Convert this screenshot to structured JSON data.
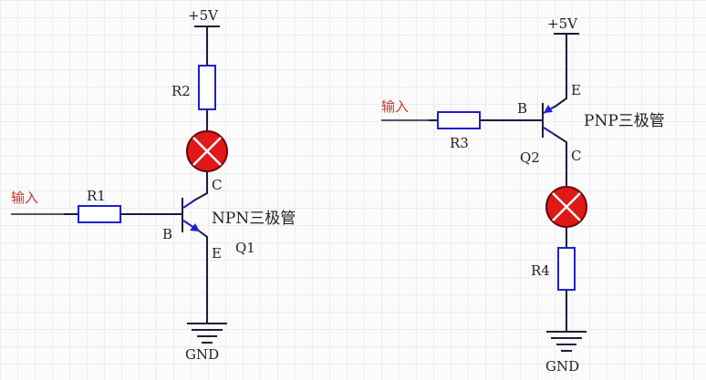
{
  "labels": {
    "vcc": "+5V",
    "gnd": "GND",
    "input": "输入",
    "b": "B",
    "c": "C",
    "e": "E"
  },
  "npn": {
    "title": "NPN三极管",
    "transistor": "Q1",
    "base_resistor": "R1",
    "collector_resistor": "R2"
  },
  "pnp": {
    "title": "PNP三极管",
    "transistor": "Q2",
    "base_resistor": "R3",
    "emitter_resistor": "R4"
  },
  "colors": {
    "wire": "#1c1c3c",
    "component": "#1f1fc8",
    "lamp": "#e01818",
    "input_text": "#c0392b"
  },
  "icons": [
    "lamp-icon",
    "resistor-icon",
    "npn-transistor-icon",
    "pnp-transistor-icon",
    "ground-icon",
    "power-rail-icon"
  ]
}
